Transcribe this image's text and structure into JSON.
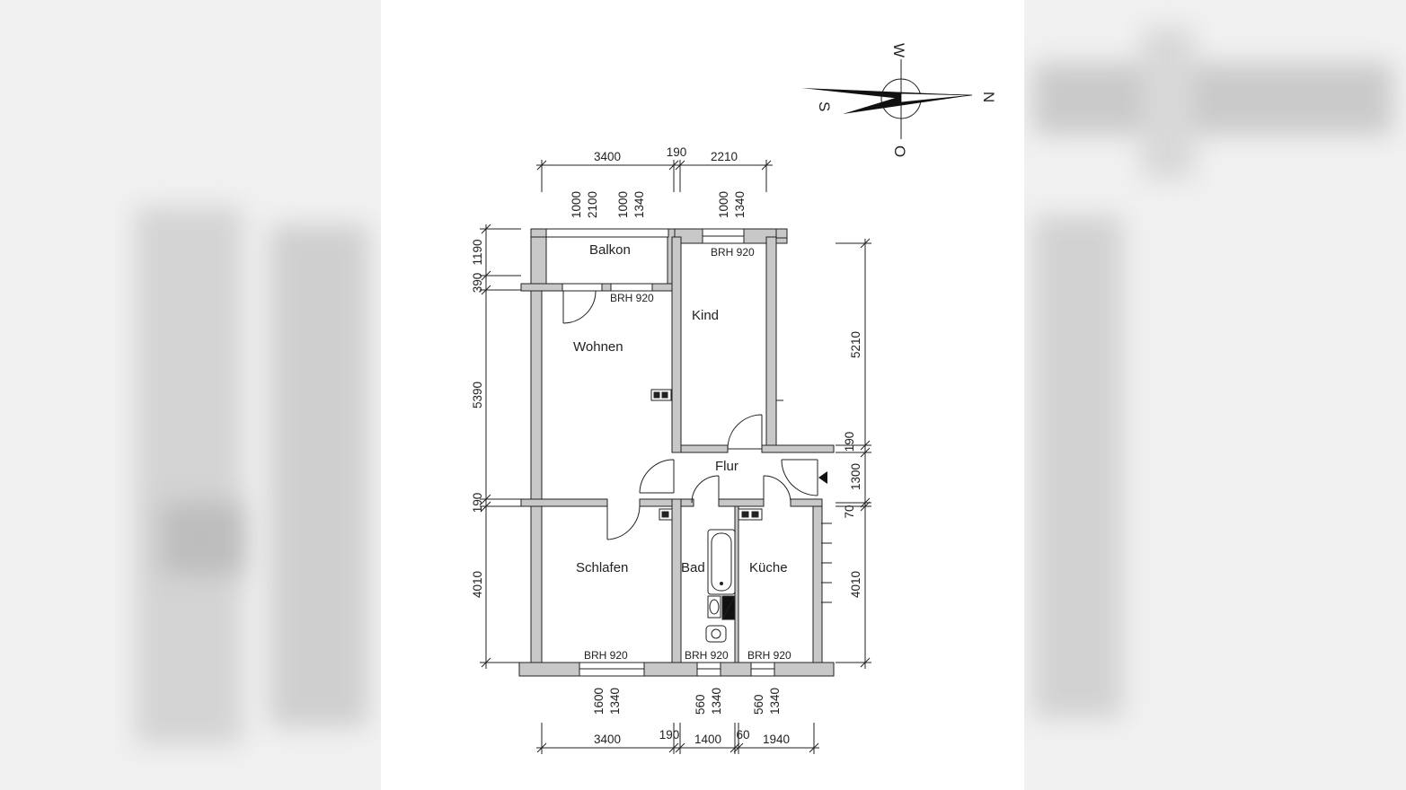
{
  "compass": {
    "north": "N",
    "south": "S",
    "west": "W",
    "east": "O"
  },
  "rooms": {
    "balkon": "Balkon",
    "kind": "Kind",
    "wohnen": "Wohnen",
    "flur": "Flur",
    "schlafen": "Schlafen",
    "bad": "Bad",
    "kueche": "Küche"
  },
  "brh": {
    "kind": "BRH 920",
    "wohnen": "BRH 920",
    "schlafen": "BRH 920",
    "bad": "BRH 920",
    "kueche": "BRH 920"
  },
  "dimensions": {
    "top": [
      "3400",
      "190",
      "2210"
    ],
    "top_openings": [
      [
        "1000",
        "2100"
      ],
      [
        "1000",
        "1340"
      ],
      [
        "1000",
        "1340"
      ]
    ],
    "left": [
      "1190",
      "390",
      "5390",
      "190",
      "4010"
    ],
    "right": [
      "5210",
      "190",
      "1300",
      "70",
      "4010"
    ],
    "bottom": [
      "3400",
      "190",
      "1400",
      "60",
      "1940"
    ],
    "bottom_openings": [
      [
        "1600",
        "1340"
      ],
      [
        "560",
        "1340"
      ],
      [
        "560",
        "1340"
      ]
    ]
  },
  "colors": {
    "wall": "#c8c8c8",
    "line": "#222222"
  }
}
